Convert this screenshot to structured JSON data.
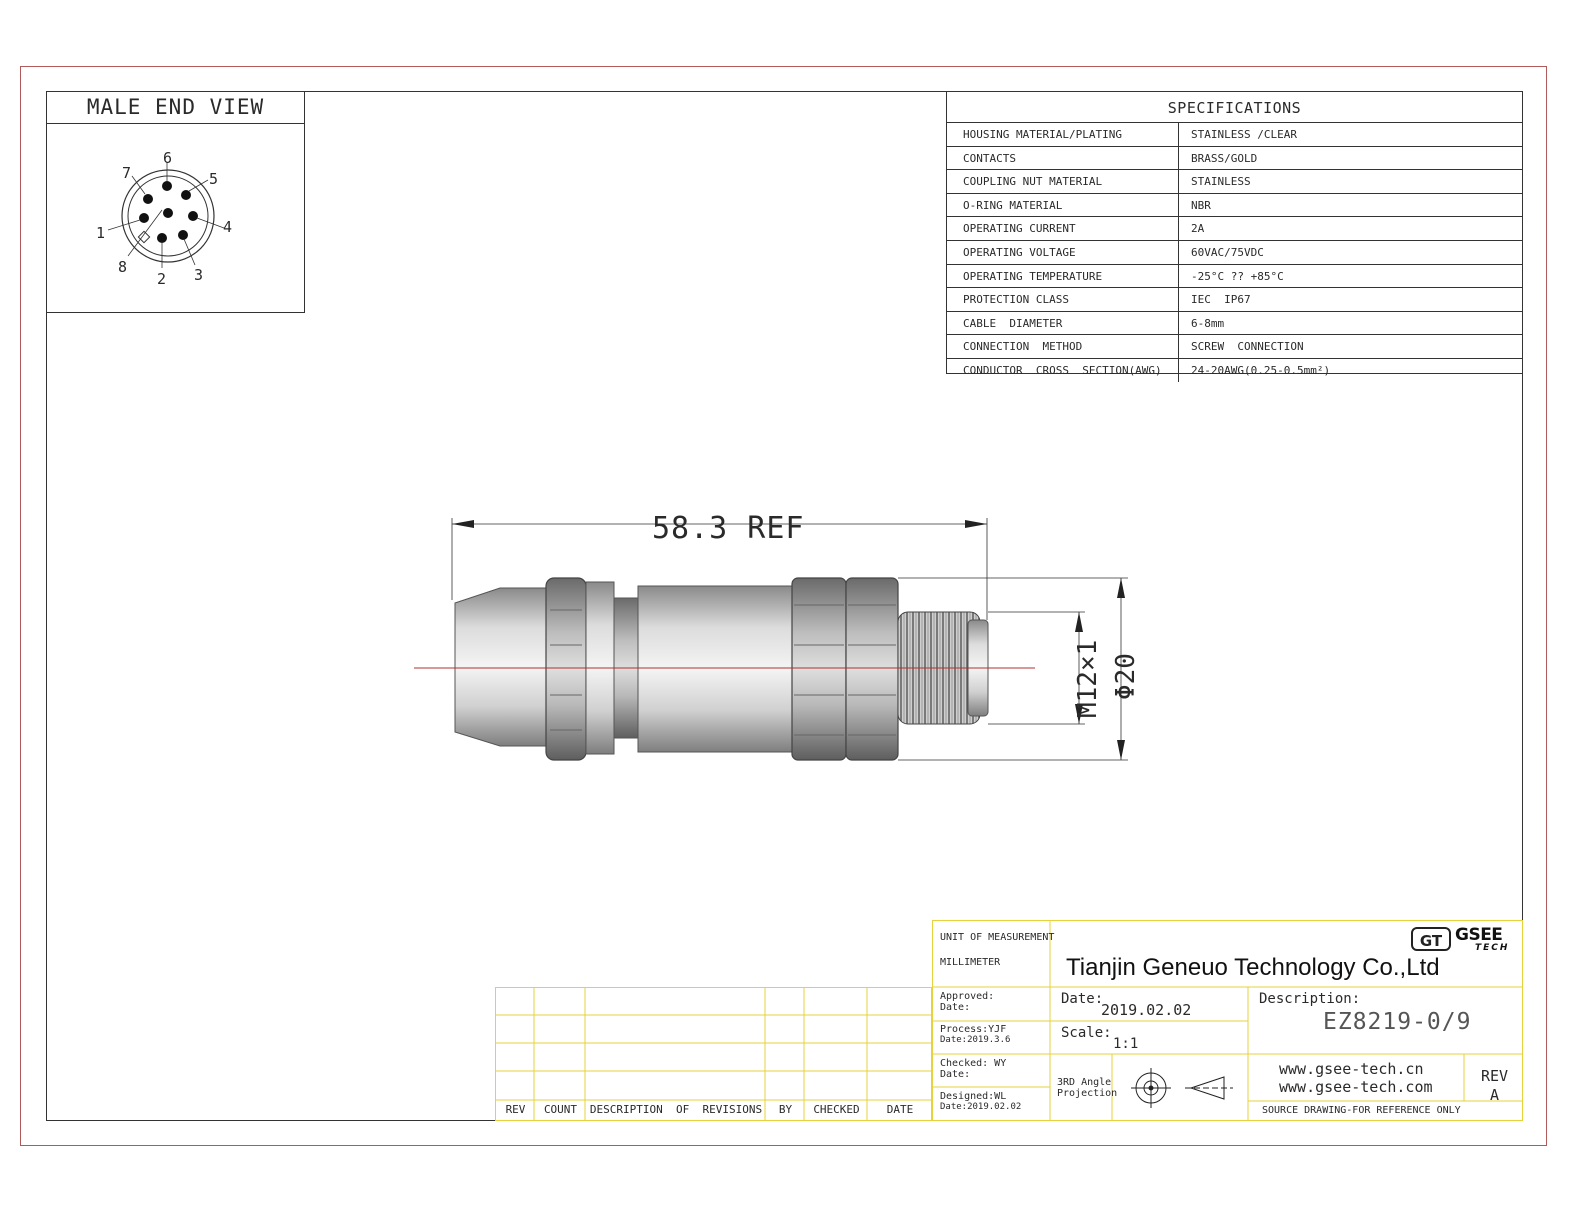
{
  "male_end_view": {
    "title": "MALE END VIEW",
    "pins": [
      "1",
      "2",
      "3",
      "4",
      "5",
      "6",
      "7",
      "8"
    ]
  },
  "specifications": {
    "title": "SPECIFICATIONS",
    "rows": [
      {
        "label": "HOUSING MATERIAL/PLATING",
        "value": "STAINLESS /CLEAR"
      },
      {
        "label": "CONTACTS",
        "value": "BRASS/GOLD"
      },
      {
        "label": "COUPLING NUT MATERIAL",
        "value": "STAINLESS"
      },
      {
        "label": "O-RING MATERIAL",
        "value": "NBR"
      },
      {
        "label": "OPERATING CURRENT",
        "value": "2A"
      },
      {
        "label": "OPERATING VOLTAGE",
        "value": "60VAC/75VDC"
      },
      {
        "label": "OPERATING TEMPERATURE",
        "value": "-25°C ?? +85°C"
      },
      {
        "label": "PROTECTION CLASS",
        "value": "IEC  IP67"
      },
      {
        "label": "CABLE  DIAMETER",
        "value": "6-8mm"
      },
      {
        "label": "CONNECTION  METHOD",
        "value": "SCREW  CONNECTION"
      },
      {
        "label": "CONDUCTOR  CROSS  SECTION(AWG)",
        "value": "24-20AWG(0.25-0.5mm²)"
      }
    ]
  },
  "drawing": {
    "length_dim": "58.3 REF",
    "thread_dim": "M12×1",
    "diameter_dim": "Φ20"
  },
  "revisions": {
    "headers": [
      "REV",
      "COUNT",
      "DESCRIPTION  OF  REVISIONS",
      "BY",
      "CHECKED",
      "DATE"
    ]
  },
  "title_block": {
    "unit_label": "UNIT OF MEASUREMENT",
    "unit_value": "MILLIMETER",
    "company": "Tianjin Geneuo Technology Co.,Ltd",
    "logo_text": "GSEE",
    "logo_sub": "TECH",
    "logo_mark": "GT",
    "approved": "Approved:",
    "approved_date": "Date:",
    "process": "Process:YJF",
    "process_date": "Date:2019.3.6",
    "checked": "Checked: WY",
    "checked_date": "Date:",
    "designed": "Designed:WL",
    "designed_date": "Date:2019.02.02",
    "date_label": "Date:",
    "date_value": "2019.02.02",
    "scale_label": "Scale:",
    "scale_value": "1:1",
    "projection_line1": "3RD Angle",
    "projection_line2": "Projection",
    "description_label": "Description:",
    "description_value": "EZ8219-0/9",
    "website1": "www.gsee-tech.cn",
    "website2": "www.gsee-tech.com",
    "rev_label": "REV",
    "rev_value": "A",
    "source_note": "SOURCE DRAWING-FOR REFERENCE ONLY"
  }
}
